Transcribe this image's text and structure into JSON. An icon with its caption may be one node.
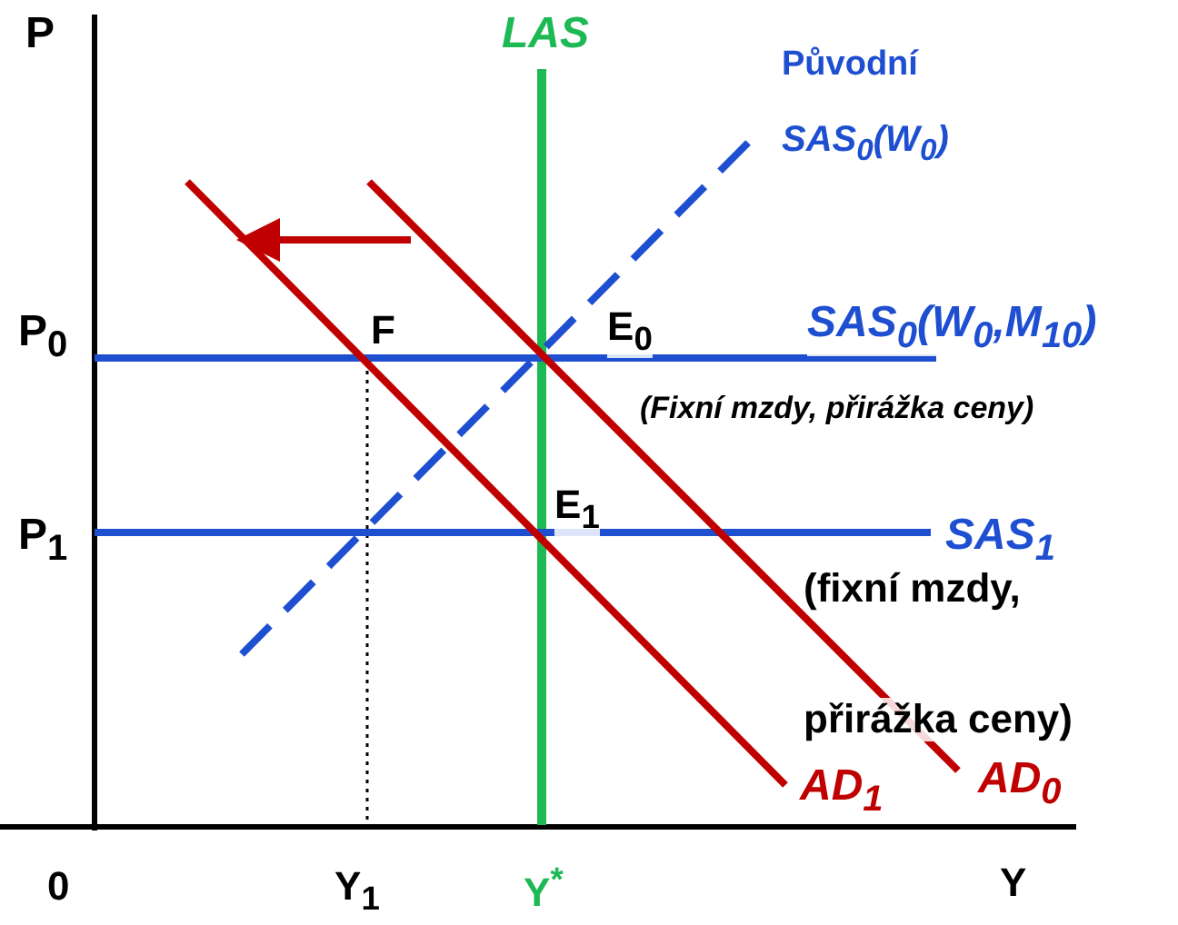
{
  "diagram": {
    "labels": [
      "P",
      "LAS",
      "Původní",
      "SAS$_{0}$(W$_{0}$)",
      "P$_{0}$",
      "F",
      "E$_{0}$",
      "SAS$_{0}$(W$_{0}$,M$_{10}$)",
      "(Fixní mzdy, přirážka ceny)",
      "E$_{1}$",
      "P$_{1}$",
      "SAS$_{1}$",
      "(fixní mzdy,",
      "přirážka ceny)",
      "AD$_{1}$",
      "AD$_{0}$",
      "0",
      "Y$_{1}$",
      "Y$^{*}$",
      "Y"
    ]
  }
}
